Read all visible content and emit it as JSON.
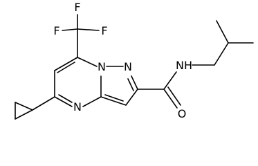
{
  "atoms": {
    "f_top": "F",
    "f_left": "F",
    "f_right": "F",
    "n_bridge": "N",
    "n_pyrazole": "N",
    "n_pyrimidine": "N",
    "nh": "NH",
    "o_carbonyl": "O"
  }
}
